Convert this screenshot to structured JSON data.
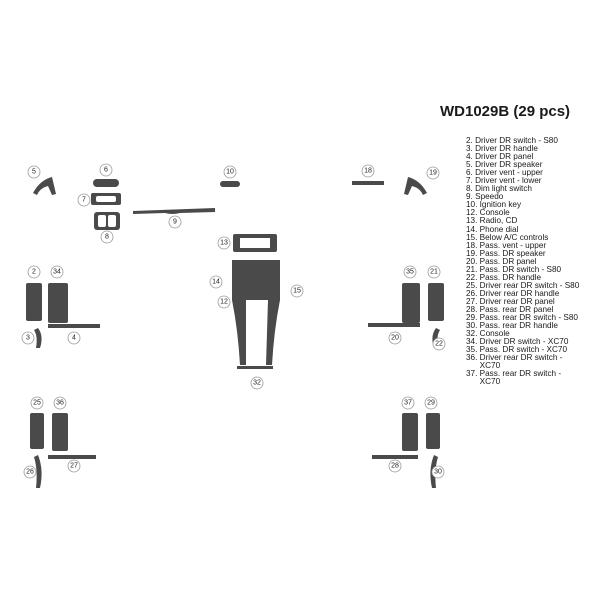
{
  "title": "WD1029B (29 pcs)",
  "legend": [
    "2. Driver DR switch - S80",
    "3. Driver DR handle",
    "4. Driver DR panel",
    "5. Driver DR speaker",
    "6. Driver vent - upper",
    "7. Driver vent - lower",
    "8. Dim light switch",
    "9. Speedo",
    "10. Ignition key",
    "12. Console",
    "13. Radio, CD",
    "14. Phone dial",
    "15. Below A/C controls",
    "18. Pass. vent - upper",
    "19. Pass. DR speaker",
    "20. Pass. DR panel",
    "21. Pass. DR switch - S80",
    "22. Pass. DR handle",
    "25. Driver rear DR switch - S80",
    "26. Driver rear DR handle",
    "27. Driver rear DR panel",
    "28. Pass. rear DR panel",
    "29. Pass. rear DR switch - S80",
    "30. Pass. rear DR handle",
    "32. Console",
    "34. Driver DR switch - XC70",
    "35. Pass. DR switch - XC70",
    "36. Driver rear DR switch -\n      XC70",
    "37. Pass. rear DR switch -\n      XC70"
  ],
  "callouts": [
    "2",
    "3",
    "4",
    "5",
    "6",
    "7",
    "8",
    "9",
    "10",
    "12",
    "13",
    "14",
    "15",
    "18",
    "19",
    "20",
    "21",
    "22",
    "25",
    "26",
    "27",
    "28",
    "29",
    "30",
    "32",
    "34",
    "35",
    "36",
    "37"
  ]
}
